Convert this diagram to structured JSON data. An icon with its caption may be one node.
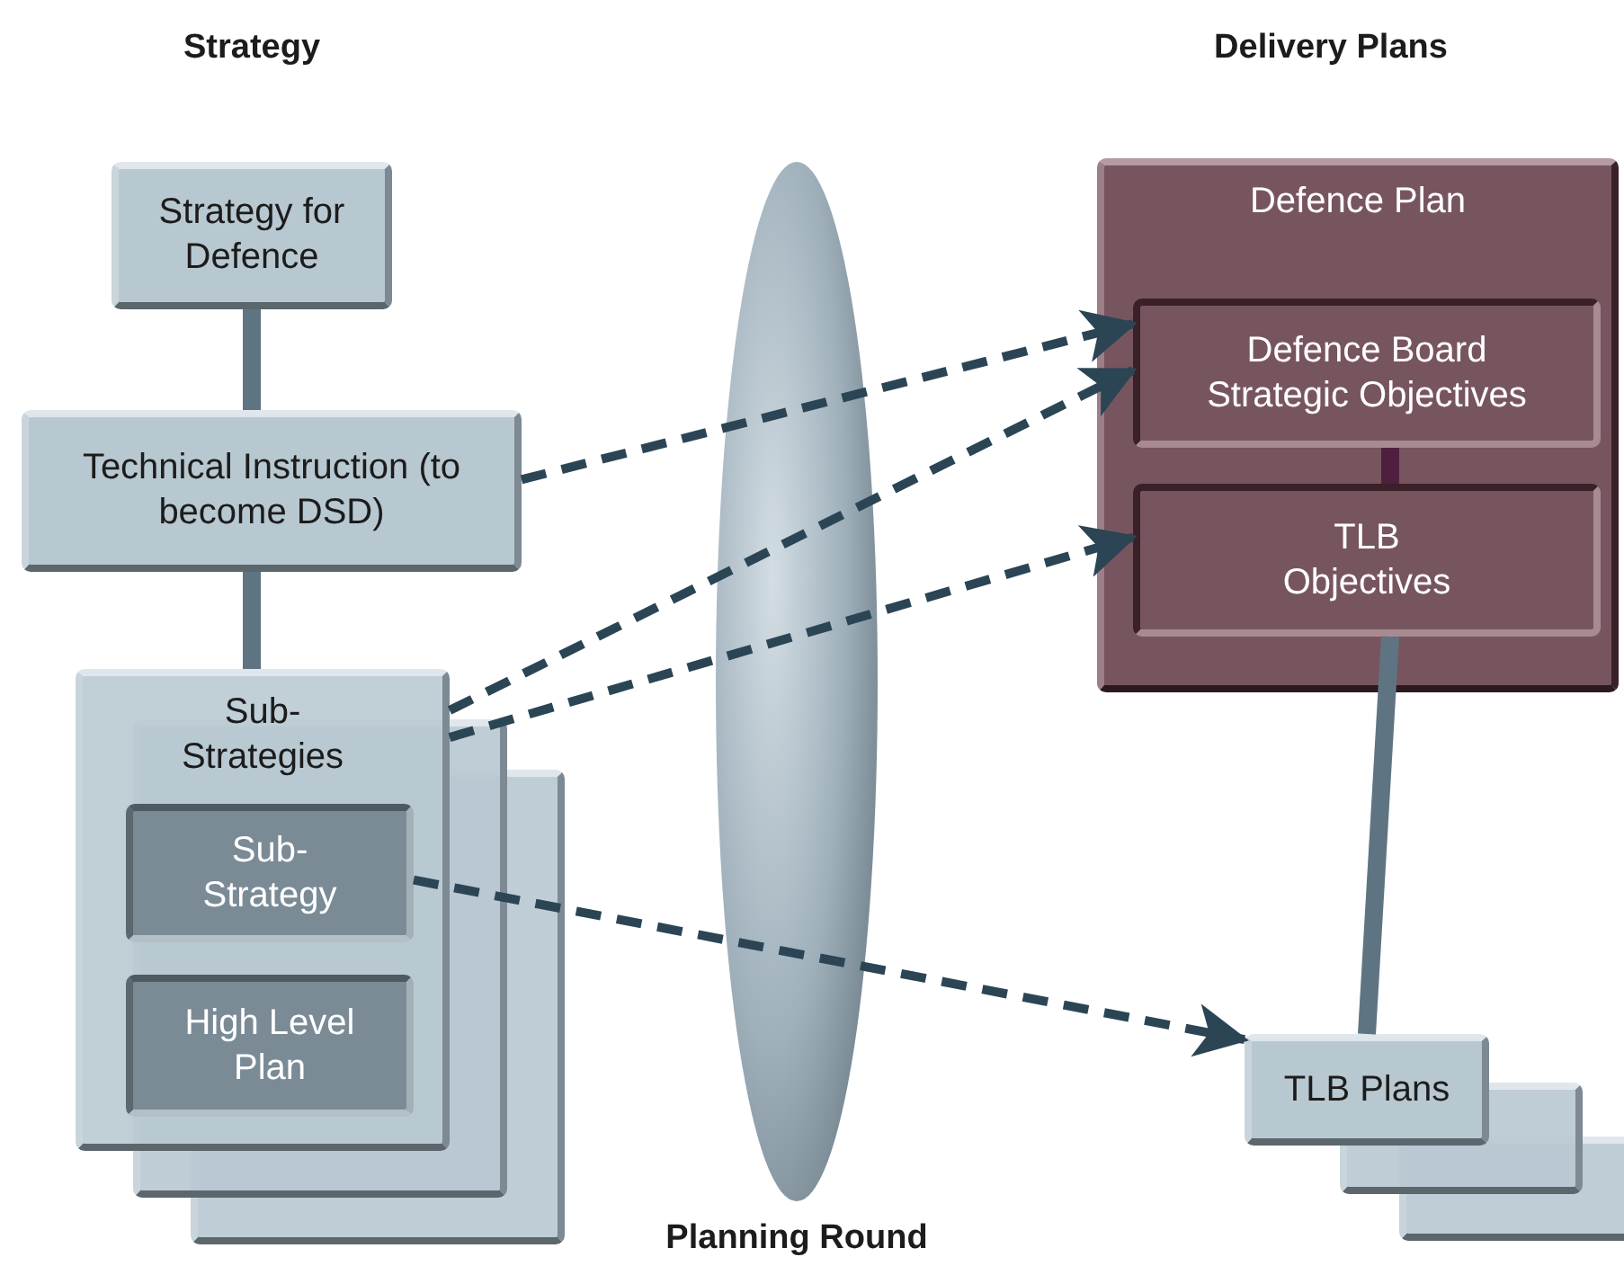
{
  "diagram": {
    "nodes": [
      {
        "text": [
          "Strategy for Defence"
        ]
      },
      {
        "text": [
          "Technical Instruction (to become DSD)"
        ]
      },
      {
        "text": [
          "Sub-Strategies"
        ]
      },
      {
        "text": [
          "Sub-Strategy"
        ],
        "in": 2
      },
      {
        "text": [
          "High Level Plan"
        ],
        "in": 2
      },
      {
        "text": [
          "Defence Plan"
        ]
      },
      {
        "text": [
          "Defence Board Strategic Objectives"
        ],
        "in": 5
      },
      {
        "text": [
          "TLB Objectives"
        ],
        "in": 5
      },
      {
        "text": [
          "TLB Plans"
        ]
      }
    ],
    "edges": [
      {
        "from": 0,
        "to": 1,
        "arrow": "none",
        "style": "thick",
        "color": "#5f7482"
      },
      {
        "from": 1,
        "to": 2,
        "arrow": "none",
        "style": "thick",
        "color": "#5f7482"
      },
      {
        "from": 1,
        "to": 6,
        "arrow": "to",
        "style": "dashed"
      },
      {
        "from": 2,
        "to": 6,
        "arrow": "to",
        "style": "dashed"
      },
      {
        "from": 2,
        "to": 7,
        "arrow": "to",
        "style": "dashed"
      },
      {
        "from": 3,
        "to": 8,
        "arrow": "to",
        "style": "dashed"
      },
      {
        "from": 6,
        "to": 7,
        "arrow": "none",
        "style": "thick",
        "color": "#4f1f3f"
      },
      {
        "from": 7,
        "to": 8,
        "arrow": "none",
        "style": "thick",
        "color": "#5f7482"
      }
    ],
    "labels": [
      "Strategy",
      "Delivery Plans",
      "Planning Round"
    ]
  }
}
